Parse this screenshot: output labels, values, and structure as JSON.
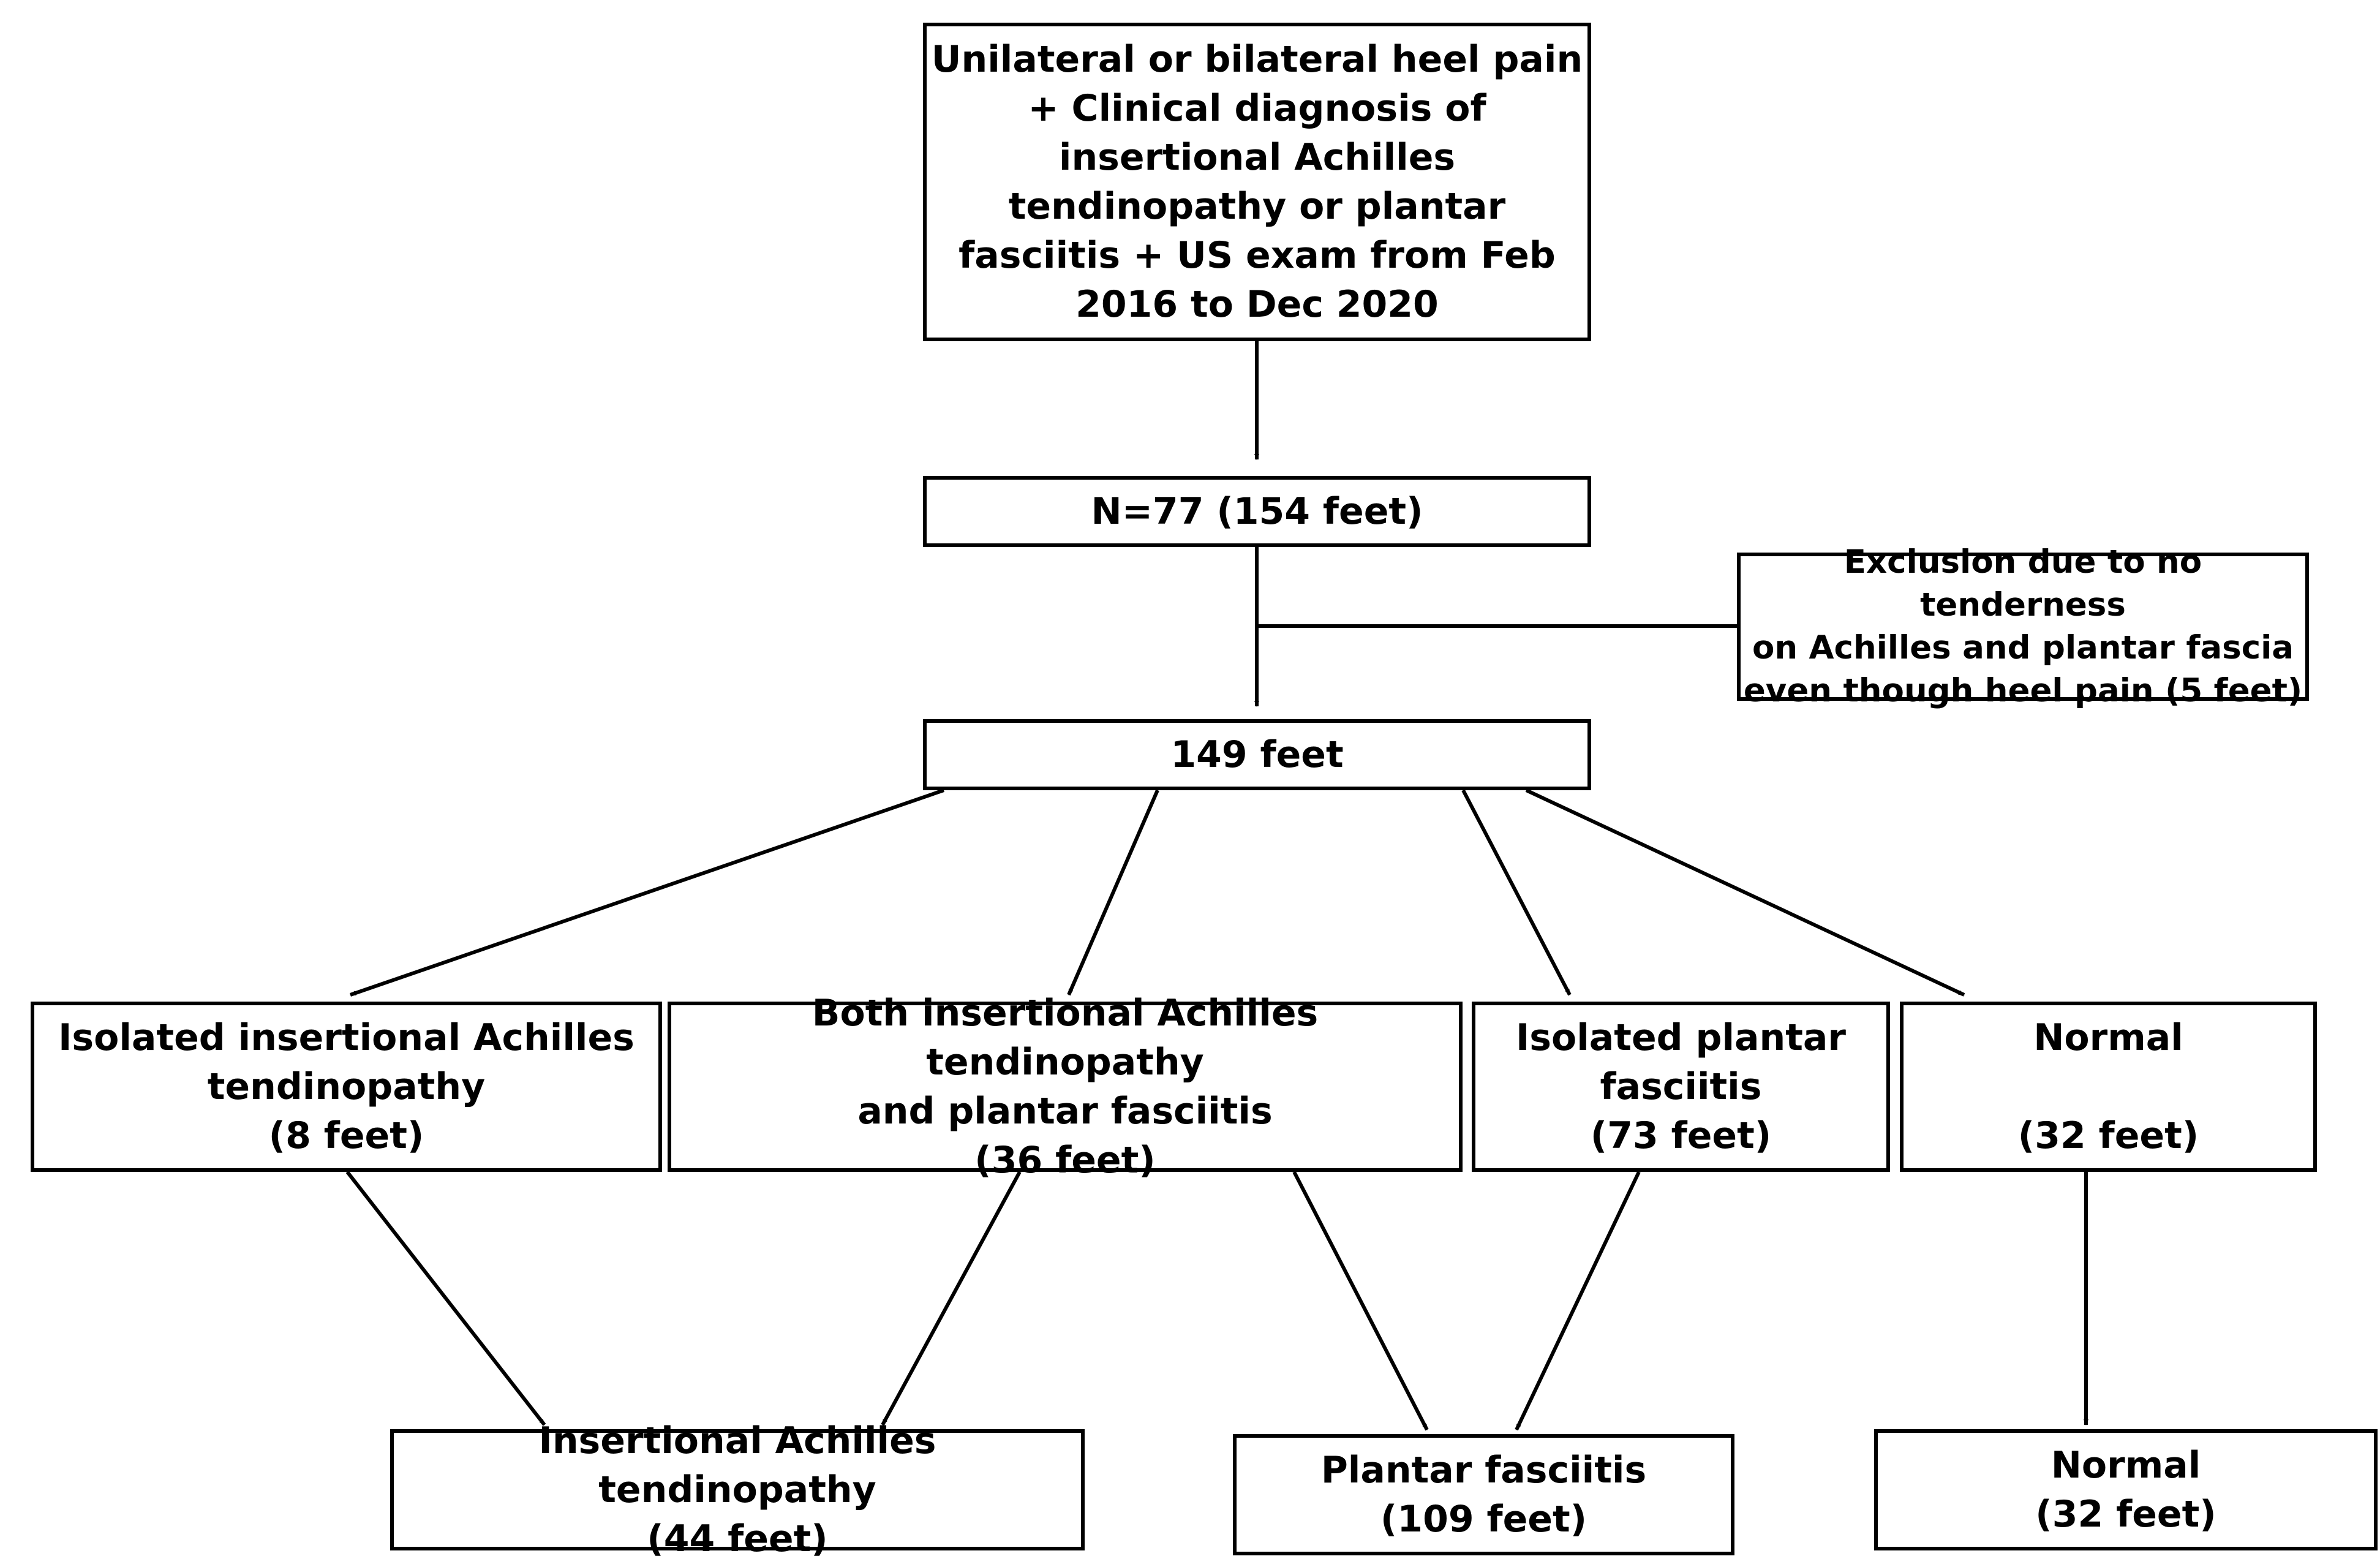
{
  "boxes": {
    "inclusion": "Unilateral or bilateral heel pain\n+ Clinical diagnosis of\ninsertional Achilles\ntendinopathy or plantar\nfasciitis + US exam from Feb\n2016 to Dec 2020",
    "n_total": "N=77 (154 feet)",
    "exclusion": "Exclusion due to no tenderness\non Achilles and plantar fascia\neven though heel pain (5 feet)",
    "included": "149 feet",
    "iso_achilles": "Isolated insertional Achilles\ntendinopathy\n(8 feet)",
    "both": "Both insertional Achilles tendinopathy\nand plantar fasciitis\n(36 feet)",
    "iso_plantar": "Isolated plantar\nfasciitis\n(73 feet)",
    "normal_mid": "Normal\n\n(32 feet)",
    "final_achilles": "Insertional Achilles tendinopathy\n(44 feet)",
    "final_plantar": "Plantar fasciitis\n(109 feet)",
    "final_normal": "Normal\n(32 feet)"
  }
}
